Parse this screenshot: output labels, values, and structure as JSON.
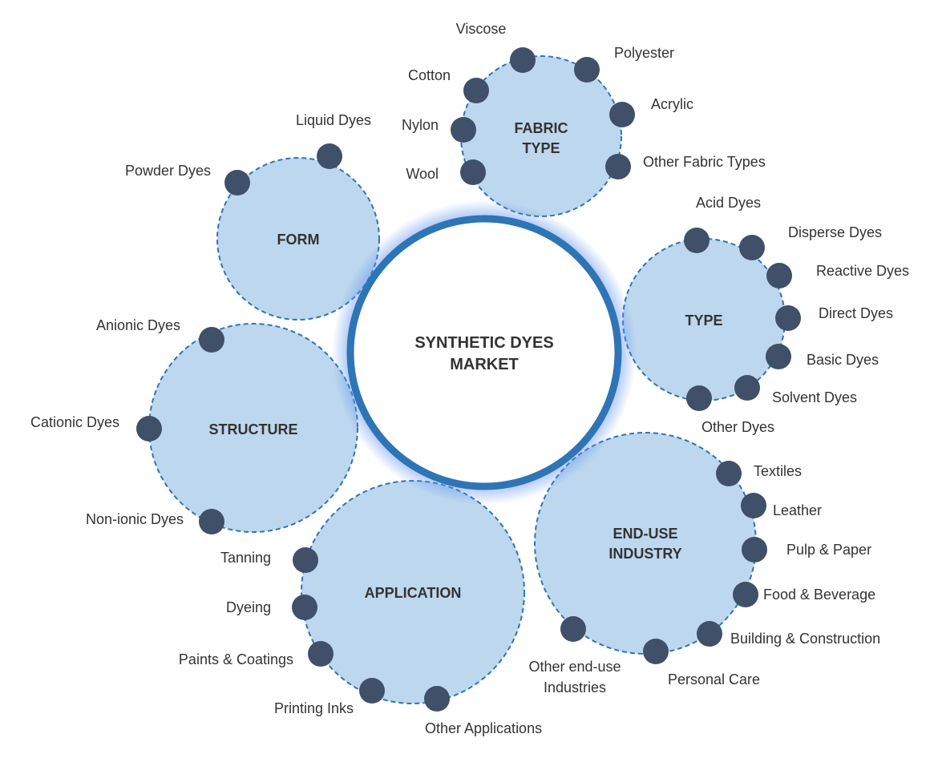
{
  "center": {
    "lines": [
      "SYNTHETIC DYES",
      "MARKET"
    ]
  },
  "colors": {
    "bubble_fill": "#bdd7ee",
    "bubble_stroke": "#2e75b6",
    "dot": "#3f5068",
    "ring": "#2e75b6",
    "text": "#333333"
  },
  "segments": [
    {
      "id": "fabric-type",
      "title": [
        "FABRIC",
        "TYPE"
      ],
      "items": [
        [
          "Viscose"
        ],
        [
          "Polyester"
        ],
        [
          "Cotton"
        ],
        [
          "Acrylic"
        ],
        [
          "Nylon"
        ],
        [
          "Other Fabric Types"
        ],
        [
          "Wool"
        ]
      ]
    },
    {
      "id": "form",
      "title": [
        "FORM"
      ],
      "items": [
        [
          "Liquid Dyes"
        ],
        [
          "Powder Dyes"
        ]
      ]
    },
    {
      "id": "type",
      "title": [
        "TYPE"
      ],
      "items": [
        [
          "Acid Dyes"
        ],
        [
          "Disperse Dyes"
        ],
        [
          "Reactive Dyes"
        ],
        [
          "Direct Dyes"
        ],
        [
          "Basic Dyes"
        ],
        [
          "Solvent Dyes"
        ],
        [
          "Other Dyes"
        ]
      ]
    },
    {
      "id": "structure",
      "title": [
        "STRUCTURE"
      ],
      "items": [
        [
          "Anionic Dyes"
        ],
        [
          "Cationic Dyes"
        ],
        [
          "Non-ionic Dyes"
        ]
      ]
    },
    {
      "id": "application",
      "title": [
        "APPLICATION"
      ],
      "items": [
        [
          "Tanning"
        ],
        [
          "Dyeing"
        ],
        [
          "Paints & Coatings"
        ],
        [
          "Printing Inks"
        ],
        [
          "Other Applications"
        ]
      ]
    },
    {
      "id": "end-use-industry",
      "title": [
        "END-USE",
        "INDUSTRY"
      ],
      "items": [
        [
          "Textiles"
        ],
        [
          "Leather"
        ],
        [
          "Pulp & Paper"
        ],
        [
          "Food & Beverage"
        ],
        [
          "Building & Construction"
        ],
        [
          "Personal Care"
        ],
        [
          "Other end-use",
          "Industries"
        ]
      ]
    }
  ]
}
